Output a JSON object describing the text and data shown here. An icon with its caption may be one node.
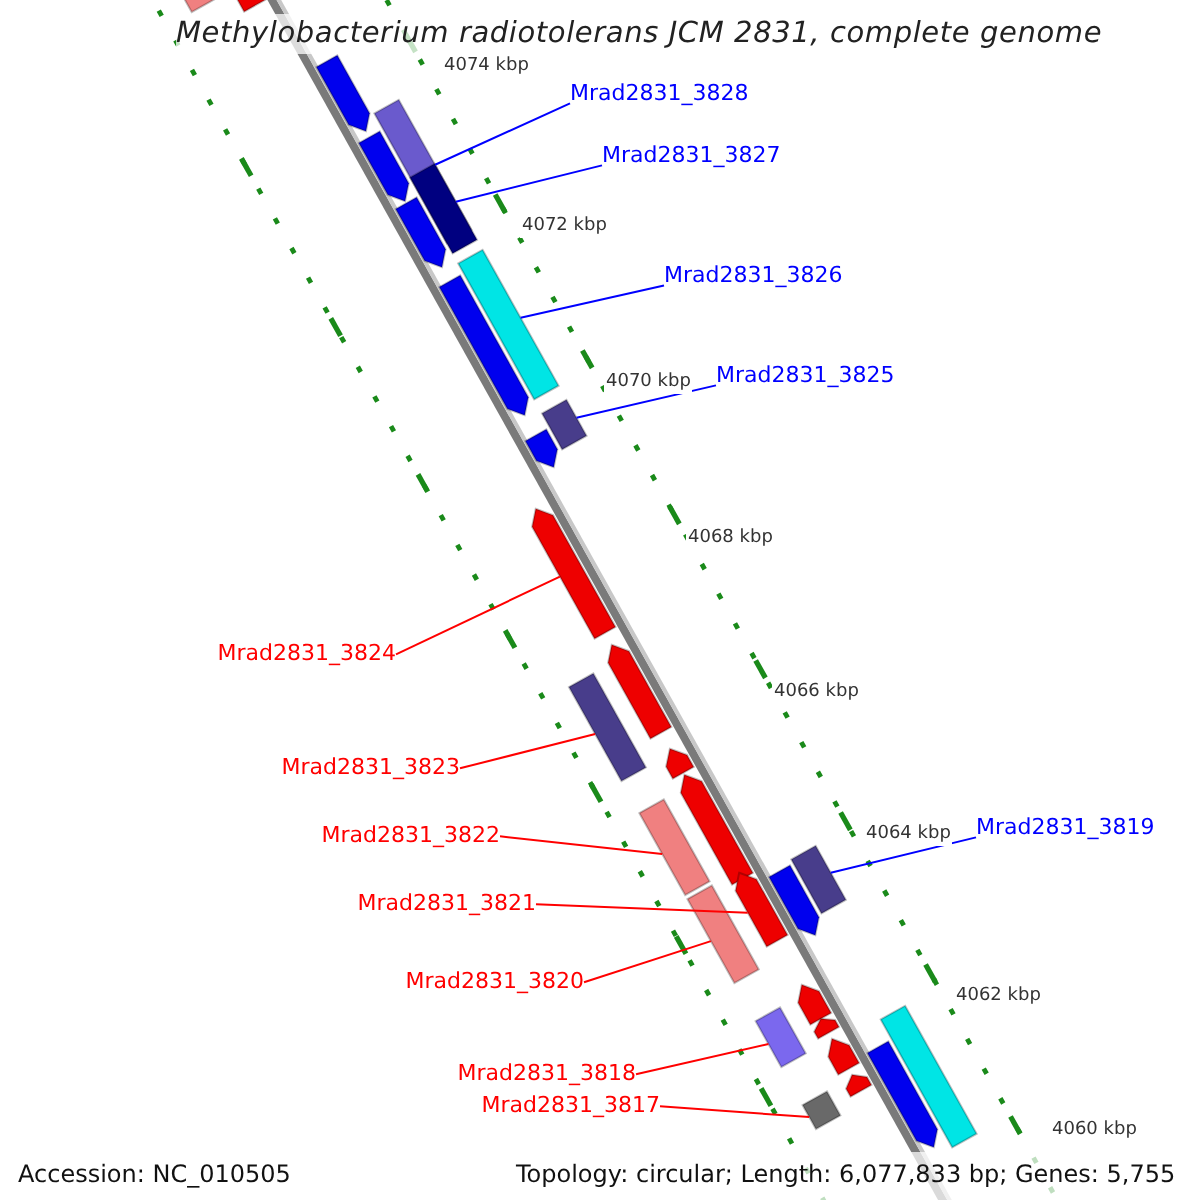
{
  "diagram": {
    "title": "Methylobacterium radiotolerans JCM 2831, complete genome",
    "nodes": [
      {
        "text": [
          "Mrad2831_3828"
        ]
      },
      {
        "text": [
          "Mrad2831_3827"
        ]
      },
      {
        "text": [
          "Mrad2831_3826"
        ]
      },
      {
        "text": [
          "Mrad2831_3825"
        ]
      },
      {
        "text": [
          "Mrad2831_3824"
        ]
      },
      {
        "text": [
          "Mrad2831_3823"
        ]
      },
      {
        "text": [
          "Mrad2831_3819"
        ]
      },
      {
        "text": [
          "Mrad2831_3822"
        ]
      },
      {
        "text": [
          "Mrad2831_3821"
        ]
      },
      {
        "text": [
          "Mrad2831_3820"
        ]
      },
      {
        "text": [
          "Mrad2831_3818"
        ]
      },
      {
        "text": [
          "Mrad2831_3817"
        ]
      },
      {
        "text": [],
        "shape": "arrow"
      },
      {
        "text": [],
        "shape": "arrow"
      },
      {
        "text": [],
        "shape": "bar"
      },
      {
        "text": [],
        "shape": "bar"
      },
      {
        "text": [],
        "shape": "arrow"
      },
      {
        "text": [],
        "shape": "bar"
      },
      {
        "text": [],
        "shape": "arrow"
      },
      {
        "text": [],
        "shape": "bar"
      },
      {
        "text": [],
        "shape": "arrow"
      },
      {
        "text": [],
        "shape": "bar"
      },
      {
        "text": [],
        "shape": "arrow"
      },
      {
        "text": [],
        "shape": "arrow"
      },
      {
        "text": [],
        "shape": "arrow"
      },
      {
        "text": [],
        "shape": "bar"
      },
      {
        "text": [],
        "shape": "arrow"
      },
      {
        "text": [],
        "shape": "arrow"
      },
      {
        "text": [],
        "shape": "bar"
      },
      {
        "text": [],
        "shape": "bar"
      },
      {
        "text": [],
        "shape": "arrow"
      },
      {
        "text": [],
        "shape": "bar"
      },
      {
        "text": [],
        "shape": "arrow"
      },
      {
        "text": [],
        "shape": "arrow"
      },
      {
        "text": [],
        "shape": "bar"
      },
      {
        "text": [],
        "shape": "arrow"
      },
      {
        "text": [],
        "shape": "arrow"
      },
      {
        "text": [],
        "shape": "bar"
      },
      {
        "text": [],
        "shape": "arrow"
      },
      {
        "text": [],
        "shape": "arrow"
      },
      {
        "text": [],
        "shape": "bar"
      }
    ],
    "edges": [
      {
        "from": 0,
        "to": 15,
        "arrow": "none",
        "color": "#0000ff"
      },
      {
        "from": 1,
        "to": 17,
        "arrow": "none",
        "color": "#0000ff"
      },
      {
        "from": 2,
        "to": 19,
        "arrow": "none",
        "color": "#0000ff"
      },
      {
        "from": 3,
        "to": 21,
        "arrow": "none",
        "color": "#0000ff"
      },
      {
        "from": 4,
        "to": 23,
        "arrow": "none"
      },
      {
        "from": 5,
        "to": 25,
        "arrow": "none"
      },
      {
        "from": 6,
        "to": 31,
        "arrow": "none",
        "color": "#0000ff"
      },
      {
        "from": 7,
        "to": 28,
        "arrow": "none"
      },
      {
        "from": 8,
        "to": 30,
        "arrow": "none"
      },
      {
        "from": 9,
        "to": 29,
        "arrow": "none"
      },
      {
        "from": 10,
        "to": 34,
        "arrow": "none"
      },
      {
        "from": 11,
        "to": 40,
        "arrow": "none"
      }
    ],
    "labels": [
      "4074 kbp",
      "4072 kbp",
      "4070 kbp",
      "4068 kbp",
      "4066 kbp",
      "4064 kbp",
      "4062 kbp",
      "4060 kbp",
      "Accession: NC_010505",
      "Topology: circular; Length: 6,077,833 bp; Genes: 5,755"
    ]
  }
}
